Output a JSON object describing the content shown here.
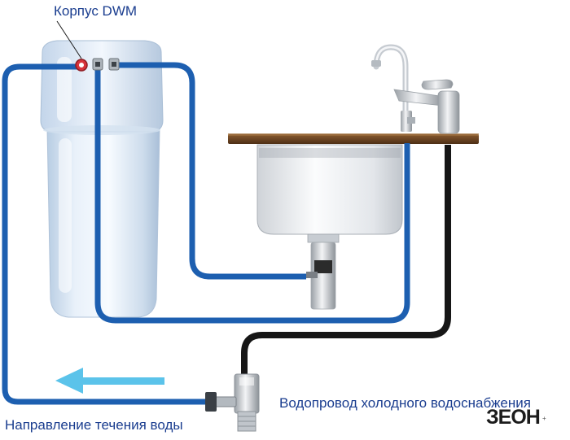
{
  "labels": {
    "housing": "Корпус DWM",
    "main_supply": "Водопровод холодного водоснабжения",
    "flow_direction": "Направление течения воды"
  },
  "logo": {
    "main": "ЗЕОН",
    "suffix": "+"
  },
  "colors": {
    "blue_hose": "#1d5fb0",
    "black_hose": "#161616",
    "arrow": "#5bc3ea",
    "label_text": "#1a3d8f",
    "countertop": "#6b4220",
    "valve_red": "#d8323a"
  }
}
